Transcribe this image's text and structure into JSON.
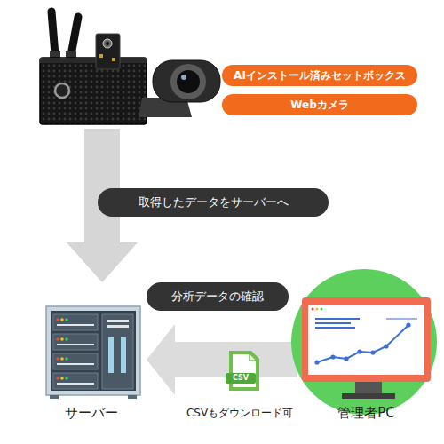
{
  "diagram": {
    "nodes": [
      {
        "text": [
          "AIインストール済みセットボックス"
        ]
      },
      {
        "text": [
          "Webカメラ"
        ]
      },
      {
        "text": [
          "サーバー"
        ]
      },
      {
        "text": [
          "CSV",
          "CSVもダウンロード可"
        ]
      },
      {
        "text": [
          "管理者PC"
        ]
      }
    ],
    "edges": [
      {
        "from": 0,
        "to": 2,
        "label": "取得したデータをサーバーへ",
        "arrow": "to"
      },
      {
        "from": 4,
        "to": 2,
        "label": "分析データの確認",
        "arrow": "to"
      }
    ]
  }
}
